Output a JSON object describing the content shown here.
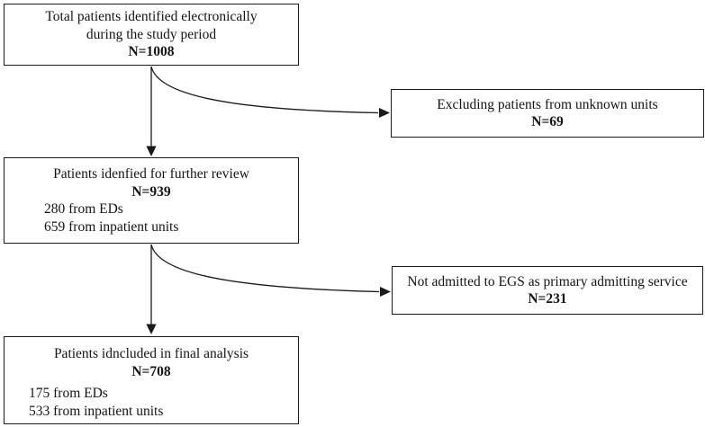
{
  "boxes": {
    "total": {
      "line1": "Total patients identified electronically",
      "line2": "during the study period",
      "n": "N=1008"
    },
    "excluded_unknown": {
      "line1": "Excluding patients from unknown units",
      "n": "N=69"
    },
    "review": {
      "line1": "Patients idenfied for further review",
      "n": "N=939",
      "detail1": "280 from EDs",
      "detail2": "659 from inpatient units"
    },
    "not_admitted": {
      "line1": "Not admitted to EGS as primary admitting service",
      "n": "N=231"
    },
    "final": {
      "line1": "Patients idncluded in final analysis",
      "n": "N=708",
      "detail1": "175 from EDs",
      "detail2": "533 from inpatient units"
    }
  },
  "connectors": [
    {
      "from": "total",
      "to": "review",
      "type": "straight-down-arrow"
    },
    {
      "from": "total",
      "to": "excluded_unknown",
      "type": "curved-right-arrow"
    },
    {
      "from": "review",
      "to": "final",
      "type": "straight-down-arrow"
    },
    {
      "from": "review",
      "to": "not_admitted",
      "type": "curved-right-arrow"
    }
  ],
  "colors": {
    "background": "#ffffff",
    "border": "#1a1a1a",
    "text": "#141414",
    "arrow": "#1a1a1a"
  }
}
